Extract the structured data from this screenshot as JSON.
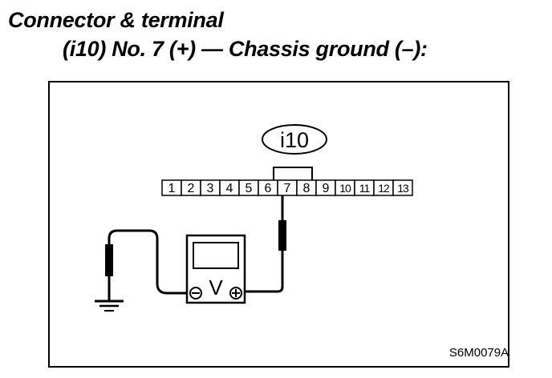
{
  "heading": {
    "line1": "Connector & terminal",
    "line2": "(i10) No. 7 (+) — Chassis ground (–):"
  },
  "connector": {
    "id": "i10",
    "pins": [
      "1",
      "2",
      "3",
      "4",
      "5",
      "6",
      "7",
      "8",
      "9",
      "10",
      "11",
      "12",
      "13"
    ]
  },
  "meter": {
    "symbol": "V",
    "negative": "−",
    "positive": "+"
  },
  "figure_code": "S6M0079A"
}
